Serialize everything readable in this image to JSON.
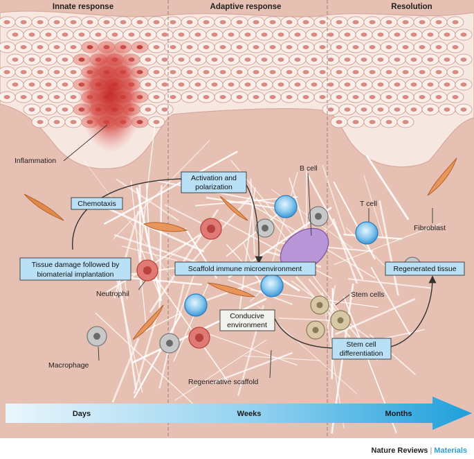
{
  "phases": [
    "Innate response",
    "Adaptive response",
    "Resolution"
  ],
  "labels": {
    "inflammation": "Inflammation",
    "b_cell": "B cell",
    "t_cell": "T cell",
    "fibroblast": "Fibroblast",
    "neutrophil": "Neutrophil",
    "stem_cells": "Stem cells",
    "macrophage": "Macrophage",
    "regenerative_scaffold": "Regenerative scaffold"
  },
  "boxes": {
    "activation": [
      "Activation and",
      "polarization"
    ],
    "chemotaxis": "Chemotaxis",
    "tissue_damage": [
      "Tissue damage followed by",
      "biomaterial implantation"
    ],
    "scaffold_env": "Scaffold immune microenvironment",
    "regenerated": "Regenerated tissue",
    "conducive": [
      "Conducive",
      "environment"
    ],
    "stem_diff": [
      "Stem cell",
      "differentiation"
    ]
  },
  "timeline": [
    "Days",
    "Weeks",
    "Months"
  ],
  "credit": {
    "journal": "Nature Reviews",
    "section": "Materials"
  },
  "colors": {
    "tissue": "#e8c3b6",
    "epithelium": "#f6e6e0",
    "nucleus": "#d2807a",
    "inflammation": "#c9302c",
    "label_box": "#b9e0f5",
    "arrow_start": "#e7f5fc",
    "arrow_end": "#21a1dc"
  }
}
